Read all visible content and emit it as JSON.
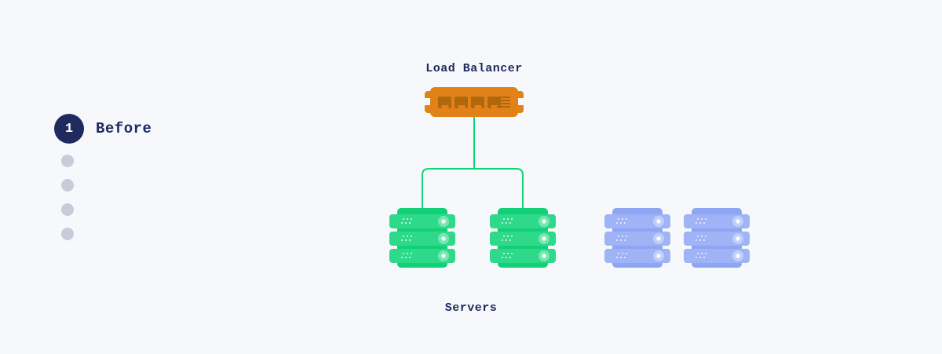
{
  "colors": {
    "page-bg": "#F7F8FB",
    "navy": "#1F2A5E",
    "step-dot": "#C8CCD8",
    "lb-body": "#E28118",
    "lb-port": "#B0680E",
    "connector": "#10D573",
    "green-unit": "#2FD98A",
    "green-backing": "#11D077",
    "blue-unit": "#9FB3F6",
    "blue-backing": "#8EA5F3"
  },
  "step": {
    "number": "1",
    "label": "Before",
    "progress_dots_count": 4
  },
  "diagram": {
    "load_balancer_label": "Load Balancer",
    "servers_label": "Servers",
    "load_balancer": {
      "ports_count": 4,
      "grill_lines_count": 4
    },
    "server_groups": [
      {
        "name": "active",
        "color": "green",
        "stacks": 2,
        "units_per_stack": 3,
        "connected_to_load_balancer": true
      },
      {
        "name": "idle",
        "color": "blue",
        "stacks": 2,
        "units_per_stack": 3,
        "connected_to_load_balancer": false
      }
    ]
  }
}
